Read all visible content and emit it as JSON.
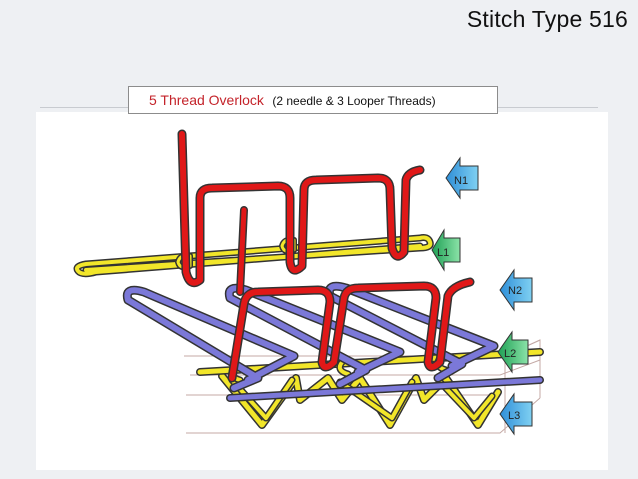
{
  "title": "Stitch Type 516",
  "caption": {
    "main": "5 Thread Overlock",
    "sub": "(2 needle & 3 Looper Threads)"
  },
  "threads": {
    "N1": "N1",
    "L1": "L1",
    "N2": "N2",
    "L2": "L2",
    "L3": "L3"
  },
  "colors": {
    "needle": "#e01818",
    "upper_looper": "#f2e62a",
    "lower_looper": "#7b78d8",
    "arrow_blue": "#36a8e0",
    "arrow_green": "#34c070",
    "fabric_line": "#c4a9a5",
    "outline": "#333333"
  }
}
